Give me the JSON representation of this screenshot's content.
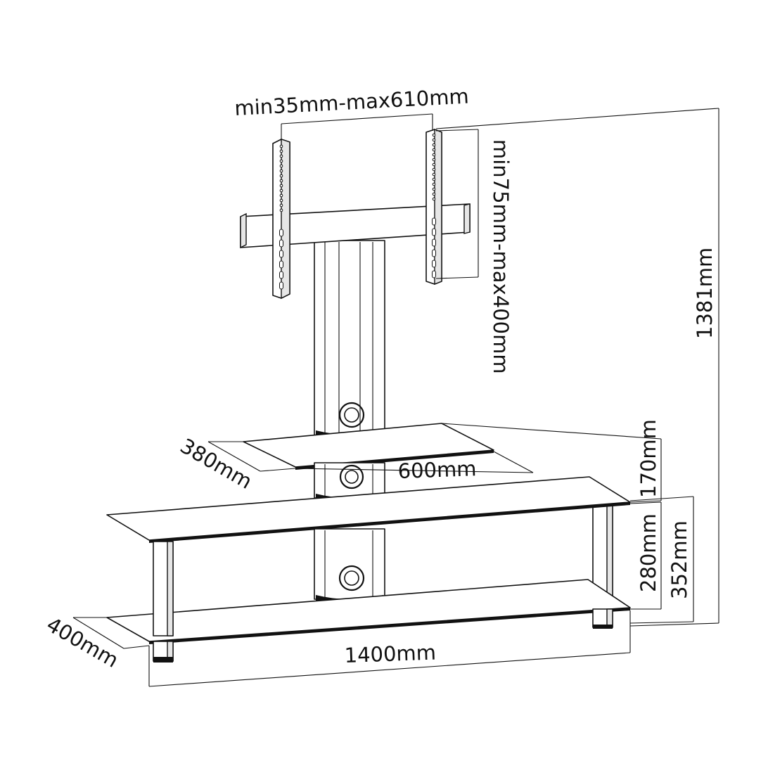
{
  "dimensions": {
    "bracket_width": "min35mm-max610mm",
    "bracket_height": "min75mm-max400mm",
    "total_height": "1381mm",
    "top_shelf_depth": "380mm",
    "top_shelf_width": "600mm",
    "middle_gap": "170mm",
    "lower_gap": "280mm",
    "main_shelf_height": "352mm",
    "base_depth": "400mm",
    "base_width": "1400mm"
  }
}
